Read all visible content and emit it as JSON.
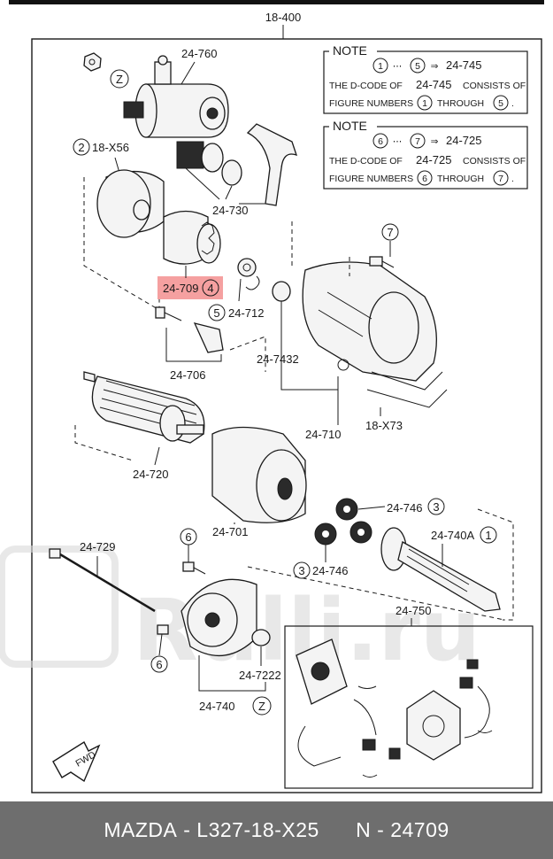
{
  "diagram": {
    "top_code": "18-400",
    "notes": [
      {
        "heading": "NOTE",
        "from": "1",
        "to": "5",
        "target": "24-745",
        "line1_a": "THE D-CODE OF",
        "line1_code": "24-745",
        "line1_b": "CONSISTS OF",
        "line2_a": "FIGURE NUMBERS",
        "line2_mid": "THROUGH"
      },
      {
        "heading": "NOTE",
        "from": "6",
        "to": "7",
        "target": "24-725",
        "line1_a": "THE D-CODE OF",
        "line1_code": "24-725",
        "line1_b": "CONSISTS OF",
        "line2_a": "FIGURE NUMBERS",
        "line2_mid": "THROUGH"
      }
    ],
    "labels": {
      "p24760": "24-760",
      "p18x56": "18-X56",
      "p24730": "24-730",
      "p24709": "24-709",
      "p24712": "24-712",
      "p24706": "24-706",
      "p247432": "24-7432",
      "p24710": "24-710",
      "p18x73": "18-X73",
      "p24720": "24-720",
      "p24701": "24-701",
      "p24746a": "24-746",
      "p24746b": "24-746",
      "p24740a": "24-740A",
      "p24729": "24-729",
      "p24750": "24-750",
      "p247222": "24-7222",
      "p24740": "24-740"
    },
    "circled": {
      "z1": "Z",
      "z2": "Z",
      "c2": "2",
      "c4": "4",
      "c5": "5",
      "c7": "7",
      "c3a": "3",
      "c3b": "3",
      "c1": "1",
      "c6a": "6",
      "c6b": "6"
    },
    "direction": "FWD",
    "watermark": "Rulli.ru",
    "highlight_color": "#f5a0a0"
  },
  "footer": {
    "brand": "MAZDA",
    "part_number": "L327-18-X25",
    "ref": "N - 24709"
  }
}
